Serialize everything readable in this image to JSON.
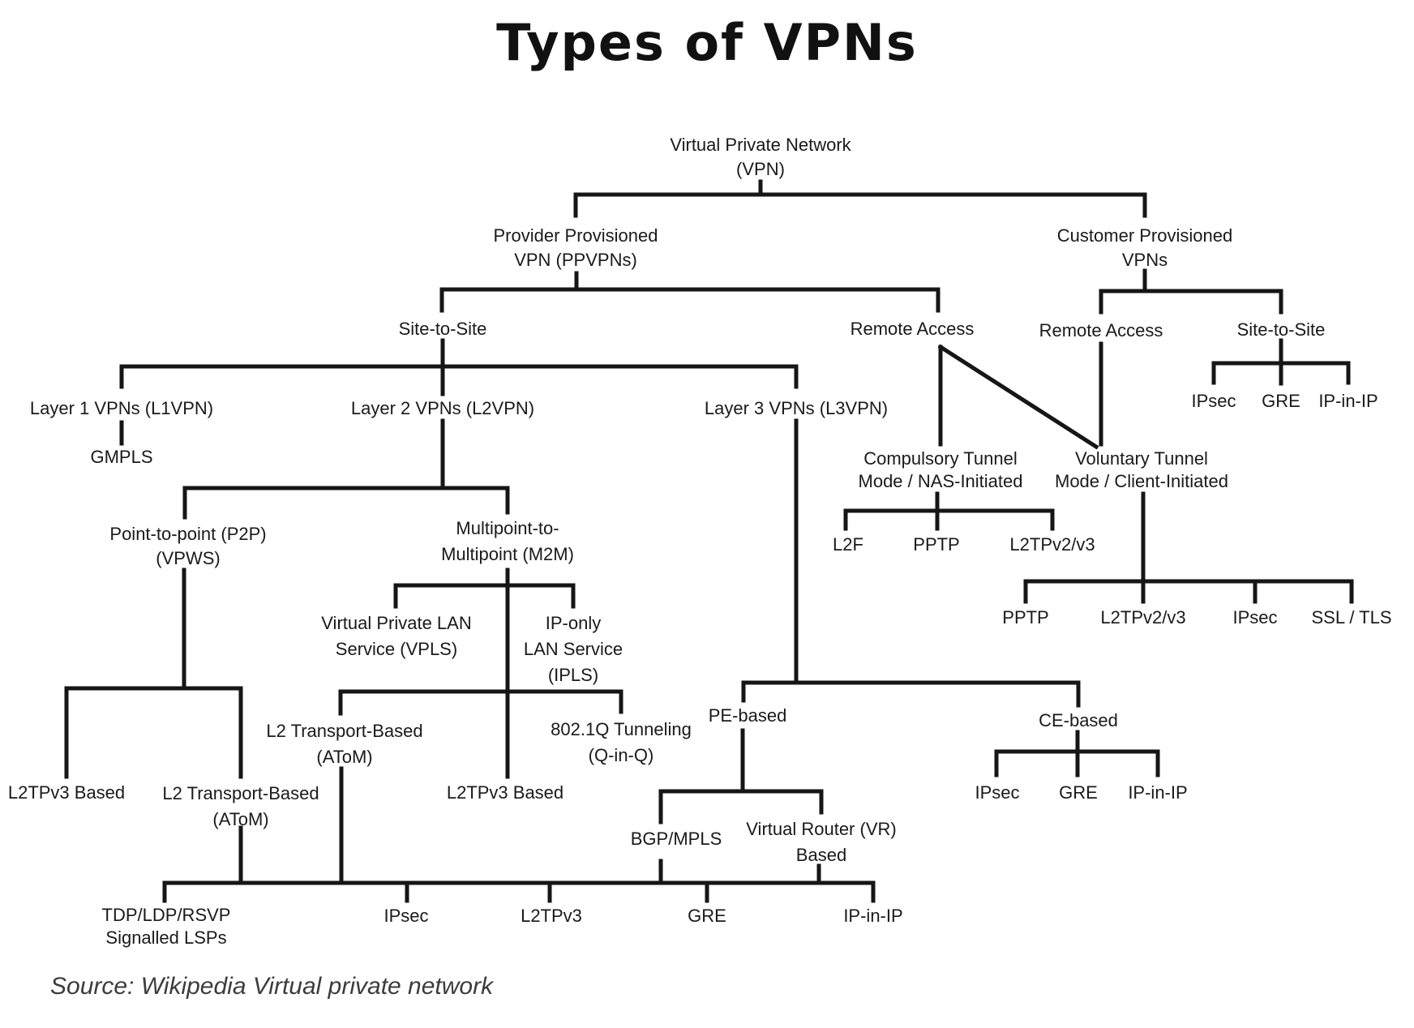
{
  "title": "Types of VPNs",
  "source_note": "Source: Wikipedia Virtual private network",
  "tree": {
    "root": {
      "line1": "Virtual Private Network",
      "line2": "(VPN)"
    },
    "provider": {
      "label": {
        "line1": "Provider Provisioned",
        "line2": "VPN (PPVPNs)"
      },
      "site_to_site": {
        "label": "Site-to-Site",
        "l1": {
          "label": "Layer 1 VPNs (L1VPN)",
          "gmpls": "GMPLS"
        },
        "l2": {
          "label": "Layer 2 VPNs (L2VPN)",
          "p2p": {
            "line1": "Point-to-point (P2P)",
            "line2": "(VPWS)",
            "l2tpv3_based": "L2TPv3 Based",
            "atom": {
              "line1": "L2 Transport-Based",
              "line2": "(AToM)"
            }
          },
          "m2m": {
            "line1": "Multipoint-to-",
            "line2": "Multipoint (M2M)",
            "vpls": {
              "line1": "Virtual Private LAN",
              "line2": "Service (VPLS)"
            },
            "ipls": {
              "line1": "IP-only",
              "line2": "LAN Service",
              "line3": "(IPLS)"
            },
            "atom": {
              "line1": "L2 Transport-Based",
              "line2": "(AToM)"
            },
            "qinq": {
              "line1": "802.1Q Tunneling",
              "line2": "(Q-in-Q)"
            },
            "l2tpv3_based": "L2TPv3 Based"
          }
        },
        "l3": {
          "label": "Layer 3 VPNs (L3VPN)",
          "pe": {
            "label": "PE-based",
            "bgp_mpls": "BGP/MPLS",
            "vr": {
              "line1": "Virtual Router (VR)",
              "line2": "Based"
            }
          },
          "ce": {
            "label": "CE-based",
            "ipsec": "IPsec",
            "gre": "GRE",
            "ip_in_ip": "IP-in-IP"
          }
        }
      },
      "remote_access": {
        "label": "Remote Access",
        "compulsory": {
          "line1": "Compulsory Tunnel",
          "line2": "Mode / NAS-Initiated",
          "l2f": "L2F",
          "pptp": "PPTP",
          "l2tp": "L2TPv2/v3"
        }
      }
    },
    "customer": {
      "label": {
        "line1": "Customer Provisioned",
        "line2": "VPNs"
      },
      "remote_access": {
        "label": "Remote Access",
        "voluntary": {
          "line1": "Voluntary Tunnel",
          "line2": "Mode / Client-Initiated",
          "pptp": "PPTP",
          "l2tp": "L2TPv2/v3",
          "ipsec": "IPsec",
          "ssl_tls": "SSL / TLS"
        }
      },
      "site_to_site": {
        "label": "Site-to-Site",
        "ipsec": "IPsec",
        "gre": "GRE",
        "ip_in_ip": "IP-in-IP"
      }
    },
    "bottom_protocols": {
      "tdp": {
        "line1": "TDP/LDP/RSVP",
        "line2": "Signalled LSPs"
      },
      "ipsec": "IPsec",
      "l2tpv3": "L2TPv3",
      "gre": "GRE",
      "ip_in_ip": "IP-in-IP"
    }
  }
}
